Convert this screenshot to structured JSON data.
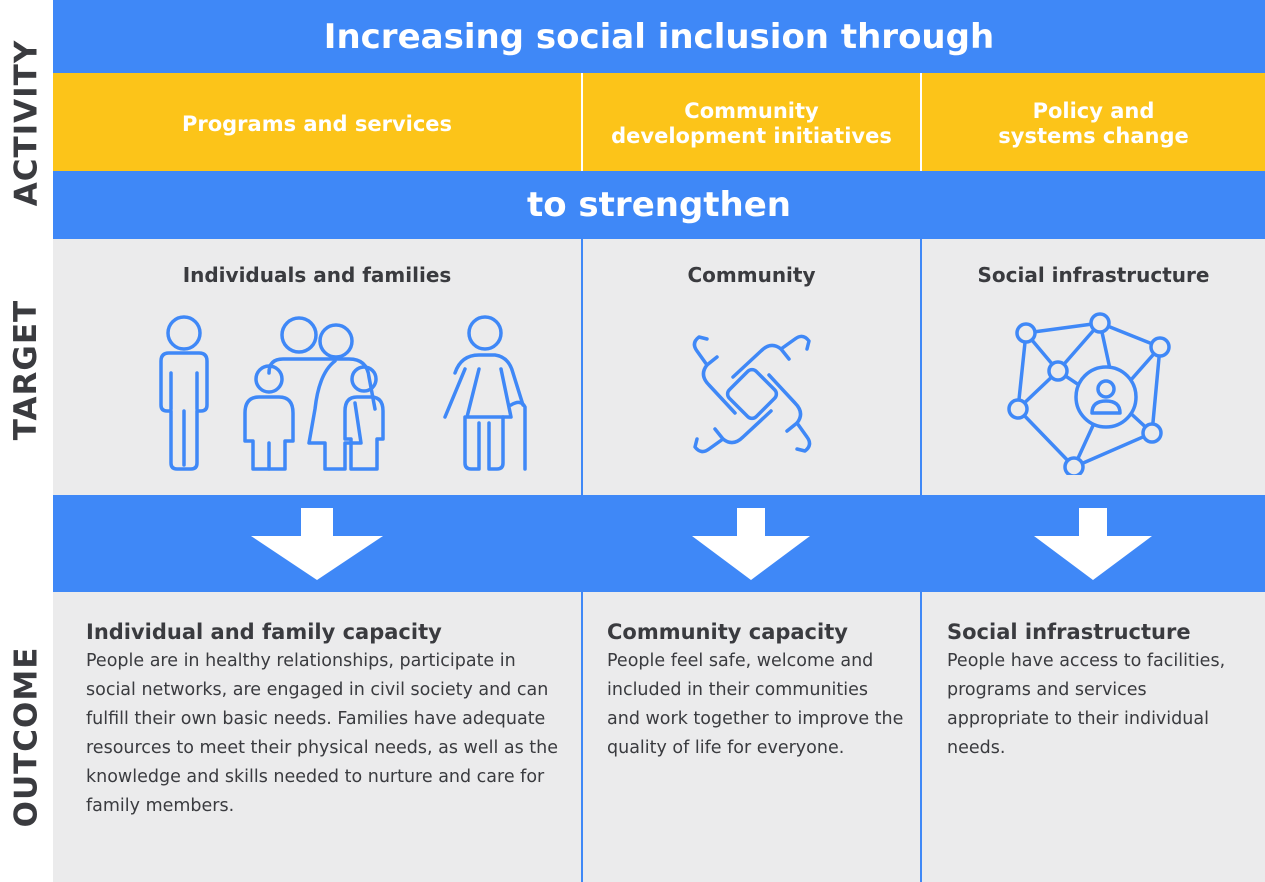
{
  "side_labels": {
    "activity": "ACTIVITY",
    "target": "TARGET",
    "outcome": "OUTCOME"
  },
  "title": "Increasing social inclusion through",
  "activities": [
    {
      "label": "Programs and services"
    },
    {
      "label": "Community\ndevelopment initiatives"
    },
    {
      "label": "Policy and\nsystems change"
    }
  ],
  "connector": "to strengthen",
  "targets": [
    {
      "label": "Individuals and families",
      "icon": "family-icon"
    },
    {
      "label": "Community",
      "icon": "joined-hands-icon"
    },
    {
      "label": "Social infrastructure",
      "icon": "network-person-icon"
    }
  ],
  "outcomes": [
    {
      "heading": "Individual and family capacity",
      "text": "People are in healthy relationships, participate in social networks, are engaged in civil society and can fulfill their own basic needs. Families have adequate resources to meet their physical needs, as well as the knowledge and skills needed to nurture and care for family members."
    },
    {
      "heading": "Community capacity",
      "text": "People feel safe, welcome and included in their communities and work together to improve the quality of life for everyone."
    },
    {
      "heading": "Social infrastructure",
      "text": "People have access to facilities, programs and services appropriate to their individual needs."
    }
  ],
  "colors": {
    "blue": "#3f88f7",
    "yellow": "#fcc419",
    "grey": "#ebebec",
    "text": "#3a3b3f"
  }
}
